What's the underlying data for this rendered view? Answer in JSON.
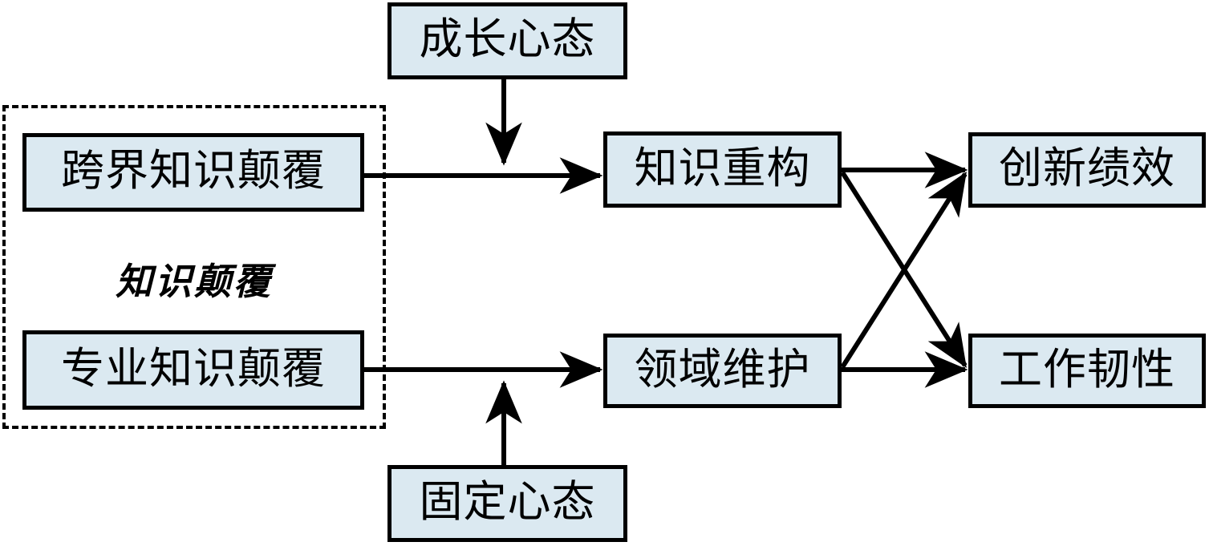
{
  "diagram": {
    "title_text_language": "zh",
    "background_color": "#ffffff",
    "node_fill_color": "#dbe9f1",
    "node_border_color": "#000000",
    "arrow_color": "#000000",
    "group": {
      "caption": "知识颠覆",
      "border_style": "dashed"
    },
    "nodes": {
      "growth_mindset": "成长心态",
      "fixed_mindset": "固定心态",
      "cross_boundary_knowledge_disruption": "跨界知识颠覆",
      "professional_knowledge_disruption": "专业知识颠覆",
      "knowledge_reconstruction": "知识重构",
      "domain_maintenance": "领域维护",
      "innovation_performance": "创新绩效",
      "work_resilience": "工作韧性"
    },
    "edges": [
      {
        "from": "跨界知识颠覆",
        "to": "知识重构",
        "kind": "direct"
      },
      {
        "from": "专业知识颠覆",
        "to": "领域维护",
        "kind": "direct"
      },
      {
        "from": "成长心态",
        "to": "跨界知识颠覆→知识重构",
        "kind": "moderator"
      },
      {
        "from": "固定心态",
        "to": "专业知识颠覆→领域维护",
        "kind": "moderator"
      },
      {
        "from": "知识重构",
        "to": "创新绩效",
        "kind": "direct"
      },
      {
        "from": "知识重构",
        "to": "工作韧性",
        "kind": "direct"
      },
      {
        "from": "领域维护",
        "to": "创新绩效",
        "kind": "direct"
      },
      {
        "from": "领域维护",
        "to": "工作韧性",
        "kind": "direct"
      }
    ]
  }
}
